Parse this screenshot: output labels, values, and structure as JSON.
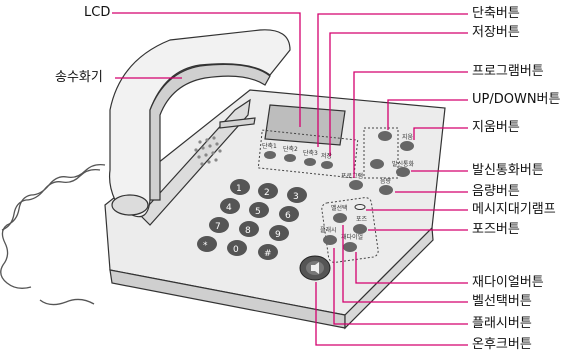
{
  "labels": {
    "lcd": "LCD",
    "handset": "송수화기",
    "speed_dial": "단축버튼",
    "save": "저장버튼",
    "program": "프로그램버튼",
    "up_down": "UP/DOWN버튼",
    "delete": "지움버튼",
    "call": "발신통화버튼",
    "volume": "음량버튼",
    "message_lamp": "메시지대기램프",
    "pause": "포즈버튼",
    "redial": "재다이얼버튼",
    "ring_select": "벨선택버튼",
    "flash": "플래시버튼",
    "on_hook": "온후크버튼"
  },
  "keypad": [
    "1",
    "2",
    "3",
    "4",
    "5",
    "6",
    "7",
    "8",
    "9",
    "*",
    "0",
    "#"
  ],
  "device_text": {
    "speed1": "단축1",
    "speed2": "단축2",
    "speed3": "단축3",
    "save_key": "저장",
    "program_key": "프로그램",
    "volume_key": "음량",
    "delete_key": "지움",
    "call_key": "발신통화",
    "ring_key": "벨선택",
    "pause_key": "포즈",
    "flash_key": "플래시",
    "redial_key": "재다이얼"
  },
  "colors": {
    "leader": "#d4006e",
    "body": "#e6e6e6",
    "outline": "#333333"
  }
}
